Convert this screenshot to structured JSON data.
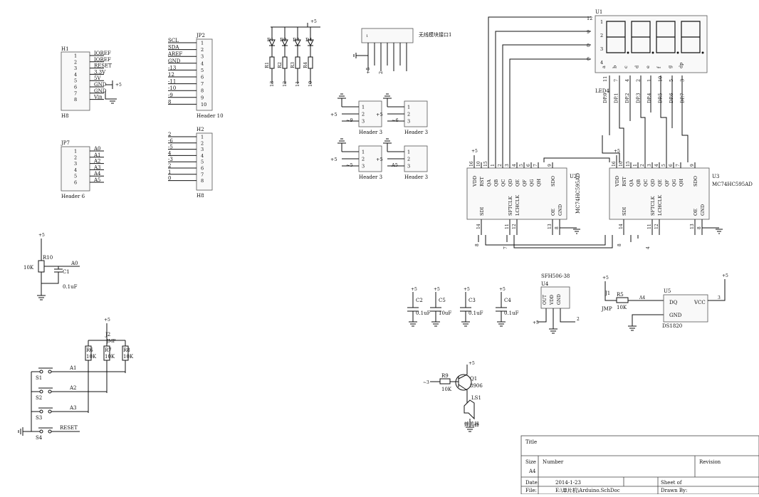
{
  "components": {
    "h1": {
      "designator": "H1",
      "type": "H8",
      "net5v": "+5",
      "pins": [
        {
          "n": "1",
          "name": "IOREF"
        },
        {
          "n": "2",
          "name": "IOREF"
        },
        {
          "n": "3",
          "name": "RESET"
        },
        {
          "n": "4",
          "name": "3.3V"
        },
        {
          "n": "5",
          "name": "5V"
        },
        {
          "n": "6",
          "name": "GND"
        },
        {
          "n": "7",
          "name": "GND"
        },
        {
          "n": "8",
          "name": "Vin"
        }
      ]
    },
    "jp2": {
      "designator": "JP2",
      "type": "Header 10",
      "pins": [
        {
          "n": "1",
          "name": "SCL"
        },
        {
          "n": "2",
          "name": "SDA"
        },
        {
          "n": "3",
          "name": "AREF"
        },
        {
          "n": "4",
          "name": "GND"
        },
        {
          "n": "5",
          "name": "-13"
        },
        {
          "n": "6",
          "name": "12"
        },
        {
          "n": "7",
          "name": "-11"
        },
        {
          "n": "8",
          "name": "-10"
        },
        {
          "n": "9",
          "name": "-9"
        },
        {
          "n": "10",
          "name": "8"
        }
      ]
    },
    "jp7": {
      "designator": "JP7",
      "type": "Header 6",
      "pins": [
        {
          "n": "1",
          "name": "A0"
        },
        {
          "n": "2",
          "name": "A1"
        },
        {
          "n": "3",
          "name": "A2"
        },
        {
          "n": "4",
          "name": "A3"
        },
        {
          "n": "5",
          "name": "A4"
        },
        {
          "n": "6",
          "name": "A5"
        }
      ]
    },
    "h2": {
      "designator": "H2",
      "type": "H8",
      "pins": [
        {
          "n": "1",
          "name": "2"
        },
        {
          "n": "2",
          "name": "-6"
        },
        {
          "n": "3",
          "name": "-5"
        },
        {
          "n": "4",
          "name": "4"
        },
        {
          "n": "5",
          "name": "-3"
        },
        {
          "n": "6",
          "name": "2"
        },
        {
          "n": "7",
          "name": "1"
        },
        {
          "n": "8",
          "name": "0"
        }
      ]
    }
  },
  "led_block": {
    "vcc": "+5",
    "leds": [
      {
        "d": "D1",
        "r": "R1",
        "net": "13"
      },
      {
        "d": "D2",
        "r": "R2",
        "net": "12"
      },
      {
        "d": "D3",
        "r": "R3",
        "net": "11"
      },
      {
        "d": "D4",
        "r": "R4",
        "net": "10"
      }
    ]
  },
  "wireless": {
    "label": "无线模块接口1",
    "pins": [
      "+5",
      "",
      "2",
      "",
      "",
      "",
      ""
    ]
  },
  "header3": [
    {
      "type": "Header 3",
      "left": "+5",
      "mid": "~9"
    },
    {
      "type": "Header 3",
      "left": "+5",
      "mid": "~6"
    },
    {
      "type": "Header 3",
      "left": "+5",
      "mid": "~5"
    },
    {
      "type": "Header 3",
      "left": "+5",
      "mid": "A5"
    }
  ],
  "display": {
    "designator": "U1",
    "type": "LED4",
    "left_pins": [
      {
        "n": "12",
        "d": "1"
      },
      {
        "n": "9",
        "d": "2"
      },
      {
        "n": "8",
        "d": "3"
      },
      {
        "n": "6",
        "d": "4"
      }
    ],
    "bottom_pins": [
      {
        "seg": "a",
        "pin": "11",
        "net": "DP.0"
      },
      {
        "seg": "b",
        "pin": "7",
        "net": "DP.1"
      },
      {
        "seg": "c",
        "pin": "4",
        "net": "DP.2"
      },
      {
        "seg": "d",
        "pin": "2",
        "net": "DP.3"
      },
      {
        "seg": "e",
        "pin": "1",
        "net": "DP.4"
      },
      {
        "seg": "f",
        "pin": "10",
        "net": "DP.5"
      },
      {
        "seg": "g",
        "pin": "5",
        "net": "DP.6"
      },
      {
        "seg": "dp",
        "pin": "3",
        "net": "DP.7"
      }
    ]
  },
  "u2": {
    "designator": "U2",
    "part": "MC74HC595AD",
    "vcc": "+5",
    "top_pins": [
      {
        "n": "16",
        "name": "VDD"
      },
      {
        "n": "10",
        "name": "RST"
      },
      {
        "n": "15",
        "name": "QA"
      },
      {
        "n": "1",
        "name": "QB"
      },
      {
        "n": "2",
        "name": "QC"
      },
      {
        "n": "3",
        "name": "QD"
      },
      {
        "n": "4",
        "name": "QE"
      },
      {
        "n": "5",
        "name": "QF"
      },
      {
        "n": "6",
        "name": "QG"
      },
      {
        "n": "7",
        "name": "QH"
      },
      {
        "n": "9",
        "name": "SDO"
      }
    ],
    "bottom_pins": [
      {
        "n": "14",
        "name": "SDI"
      },
      {
        "n": "11",
        "name": "SFTCLK"
      },
      {
        "n": "12",
        "name": "LCHCLK"
      },
      {
        "n": "13",
        "name": "OE"
      },
      {
        "n": "8",
        "name": "GND"
      }
    ],
    "nets": [
      "8",
      "7"
    ]
  },
  "u3": {
    "designator": "U3",
    "part": "MC74HC595AD",
    "vcc": "+5",
    "top_pins": [
      {
        "n": "16",
        "name": "VDD"
      },
      {
        "n": "10",
        "name": "RST"
      },
      {
        "n": "15",
        "name": "QA"
      },
      {
        "n": "1",
        "name": "QB"
      },
      {
        "n": "2",
        "name": "QC"
      },
      {
        "n": "3",
        "name": "QD"
      },
      {
        "n": "4",
        "name": "QE"
      },
      {
        "n": "5",
        "name": "QF"
      },
      {
        "n": "6",
        "name": "QG"
      },
      {
        "n": "7",
        "name": "QH"
      },
      {
        "n": "9",
        "name": "SDO"
      }
    ],
    "bottom_pins": [
      {
        "n": "14",
        "name": "SDI"
      },
      {
        "n": "11",
        "name": "SFTCLK"
      },
      {
        "n": "12",
        "name": "LCHCLK"
      },
      {
        "n": "13",
        "name": "OE"
      },
      {
        "n": "8",
        "name": "GND"
      }
    ],
    "nets": [
      "8",
      "4"
    ]
  },
  "pot": {
    "vcc": "+5",
    "r_designator": "R10",
    "r_value": "10K",
    "c_designator": "C1",
    "c_value": "0.1uF",
    "net": "A0"
  },
  "buttons": {
    "vcc": "+5",
    "j2": "J2",
    "jmp": "JMP",
    "resistors": [
      {
        "d": "R6",
        "v": "10K"
      },
      {
        "d": "R7",
        "v": "10K"
      },
      {
        "d": "R8",
        "v": "10K"
      }
    ],
    "switches": [
      {
        "s": "S1",
        "net": "A1"
      },
      {
        "s": "S2",
        "net": "A2"
      },
      {
        "s": "S3",
        "net": "A3"
      },
      {
        "s": "S4",
        "net": "RESET"
      }
    ]
  },
  "caps": [
    {
      "vcc": "+5",
      "d": "C2",
      "v": "0.1uF"
    },
    {
      "vcc": "+5",
      "d": "C5",
      "v": "10uF"
    },
    {
      "vcc": "+5",
      "d": "C3",
      "v": "0.1uF"
    },
    {
      "vcc": "+5",
      "d": "C4",
      "v": "0.1uF"
    }
  ],
  "ir": {
    "part": "SFH506-38",
    "designator": "U4",
    "pin_out": "OUT",
    "pin_vdd": "VDD",
    "pin_gnd": "GND",
    "vcc": "+5",
    "out_net": "2"
  },
  "ds": {
    "vcc_left": "+5",
    "j1": "J1",
    "jmp": "JMP",
    "r_designator": "R5",
    "r_value": "10K",
    "net": "A4",
    "designator": "U5",
    "pin_dq": "DQ",
    "pin_gnd": "GND",
    "pin_vcc": "VCC",
    "part": "DS1820",
    "pin_num": "3",
    "vcc_right": "+5"
  },
  "buzzer": {
    "in_net": "~3",
    "vcc": "+5",
    "r_designator": "R9",
    "r_value": "10K",
    "q_designator": "Q1",
    "q_part": "8906",
    "ls_designator": "LS1",
    "ls_label": "蜂鸣器"
  },
  "title_block": {
    "title_label": "Title",
    "size_label": "Size",
    "size_value": "A4",
    "number_label": "Number",
    "revision_label": "Revision",
    "date_label": "Date:",
    "date_value": "2014-1-23",
    "sheet_label": "Sheet    of",
    "file_label": "File:",
    "file_value": "E:\\单片机\\Arduino.SchDoc",
    "drawn_label": "Drawn By:"
  }
}
